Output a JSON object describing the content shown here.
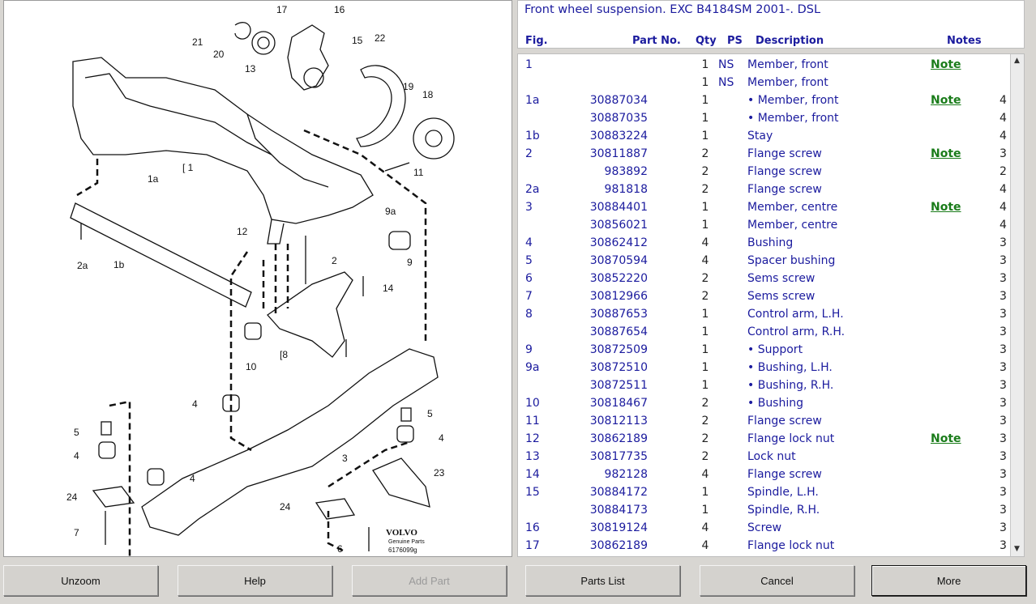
{
  "diagram": {
    "callouts": [
      "1",
      "1a",
      "1b",
      "2",
      "2a",
      "3",
      "4",
      "5",
      "6",
      "7",
      "8",
      "9",
      "9a",
      "10",
      "11",
      "12",
      "13",
      "14",
      "15",
      "16",
      "17",
      "18",
      "19",
      "20",
      "21",
      "22",
      "23",
      "24"
    ],
    "brand": "VOLVO",
    "brand_sub": "Genuine Parts",
    "drawing_id": "6176099g"
  },
  "parts_list": {
    "title": "Front wheel suspension. EXC B4184SM 2001-. DSL",
    "headers": {
      "fig": "Fig.",
      "part_no": "Part No.",
      "qty": "Qty",
      "ps": "PS",
      "description": "Description",
      "notes": "Notes"
    },
    "rows": [
      {
        "fig": "1",
        "part": "",
        "qty": "1",
        "ps": "NS",
        "desc": "Member, front",
        "note": "Note",
        "extra": ""
      },
      {
        "fig": "",
        "part": "",
        "qty": "1",
        "ps": "NS",
        "desc": "Member, front",
        "note": "",
        "extra": ""
      },
      {
        "fig": "1a",
        "part": "30887034",
        "qty": "1",
        "ps": "",
        "desc": "• Member, front",
        "note": "Note",
        "extra": "4"
      },
      {
        "fig": "",
        "part": "30887035",
        "qty": "1",
        "ps": "",
        "desc": "• Member, front",
        "note": "",
        "extra": "4"
      },
      {
        "fig": "1b",
        "part": "30883224",
        "qty": "1",
        "ps": "",
        "desc": "Stay",
        "note": "",
        "extra": "4"
      },
      {
        "fig": "2",
        "part": "30811887",
        "qty": "2",
        "ps": "",
        "desc": "Flange screw",
        "note": "Note",
        "extra": "3"
      },
      {
        "fig": "",
        "part": "983892",
        "qty": "2",
        "ps": "",
        "desc": "Flange screw",
        "note": "",
        "extra": "2"
      },
      {
        "fig": "2a",
        "part": "981818",
        "qty": "2",
        "ps": "",
        "desc": "Flange screw",
        "note": "",
        "extra": "4"
      },
      {
        "fig": "3",
        "part": "30884401",
        "qty": "1",
        "ps": "",
        "desc": "Member, centre",
        "note": "Note",
        "extra": "4"
      },
      {
        "fig": "",
        "part": "30856021",
        "qty": "1",
        "ps": "",
        "desc": "Member, centre",
        "note": "",
        "extra": "4"
      },
      {
        "fig": "4",
        "part": "30862412",
        "qty": "4",
        "ps": "",
        "desc": "Bushing",
        "note": "",
        "extra": "3"
      },
      {
        "fig": "5",
        "part": "30870594",
        "qty": "4",
        "ps": "",
        "desc": "Spacer bushing",
        "note": "",
        "extra": "3"
      },
      {
        "fig": "6",
        "part": "30852220",
        "qty": "2",
        "ps": "",
        "desc": "Sems screw",
        "note": "",
        "extra": "3"
      },
      {
        "fig": "7",
        "part": "30812966",
        "qty": "2",
        "ps": "",
        "desc": "Sems screw",
        "note": "",
        "extra": "3"
      },
      {
        "fig": "8",
        "part": "30887653",
        "qty": "1",
        "ps": "",
        "desc": "Control arm, L.H.",
        "note": "",
        "extra": "3"
      },
      {
        "fig": "",
        "part": "30887654",
        "qty": "1",
        "ps": "",
        "desc": "Control arm, R.H.",
        "note": "",
        "extra": "3"
      },
      {
        "fig": "9",
        "part": "30872509",
        "qty": "1",
        "ps": "",
        "desc": "• Support",
        "note": "",
        "extra": "3"
      },
      {
        "fig": "9a",
        "part": "30872510",
        "qty": "1",
        "ps": "",
        "desc": "• Bushing, L.H.",
        "note": "",
        "extra": "3"
      },
      {
        "fig": "",
        "part": "30872511",
        "qty": "1",
        "ps": "",
        "desc": "• Bushing, R.H.",
        "note": "",
        "extra": "3"
      },
      {
        "fig": "10",
        "part": "30818467",
        "qty": "2",
        "ps": "",
        "desc": "• Bushing",
        "note": "",
        "extra": "3"
      },
      {
        "fig": "11",
        "part": "30812113",
        "qty": "2",
        "ps": "",
        "desc": "Flange screw",
        "note": "",
        "extra": "3"
      },
      {
        "fig": "12",
        "part": "30862189",
        "qty": "2",
        "ps": "",
        "desc": "Flange lock nut",
        "note": "Note",
        "extra": "3"
      },
      {
        "fig": "13",
        "part": "30817735",
        "qty": "2",
        "ps": "",
        "desc": "Lock nut",
        "note": "",
        "extra": "3"
      },
      {
        "fig": "14",
        "part": "982128",
        "qty": "4",
        "ps": "",
        "desc": "Flange screw",
        "note": "",
        "extra": "3"
      },
      {
        "fig": "15",
        "part": "30884172",
        "qty": "1",
        "ps": "",
        "desc": "Spindle, L.H.",
        "note": "",
        "extra": "3"
      },
      {
        "fig": "",
        "part": "30884173",
        "qty": "1",
        "ps": "",
        "desc": "Spindle, R.H.",
        "note": "",
        "extra": "3"
      },
      {
        "fig": "16",
        "part": "30819124",
        "qty": "4",
        "ps": "",
        "desc": "Screw",
        "note": "",
        "extra": "3"
      },
      {
        "fig": "17",
        "part": "30862189",
        "qty": "4",
        "ps": "",
        "desc": "Flange lock nut",
        "note": "",
        "extra": "3"
      }
    ]
  },
  "buttons": {
    "unzoom": "Unzoom",
    "help": "Help",
    "add_part": "Add Part",
    "parts_list": "Parts List",
    "cancel": "Cancel",
    "more": "More"
  }
}
